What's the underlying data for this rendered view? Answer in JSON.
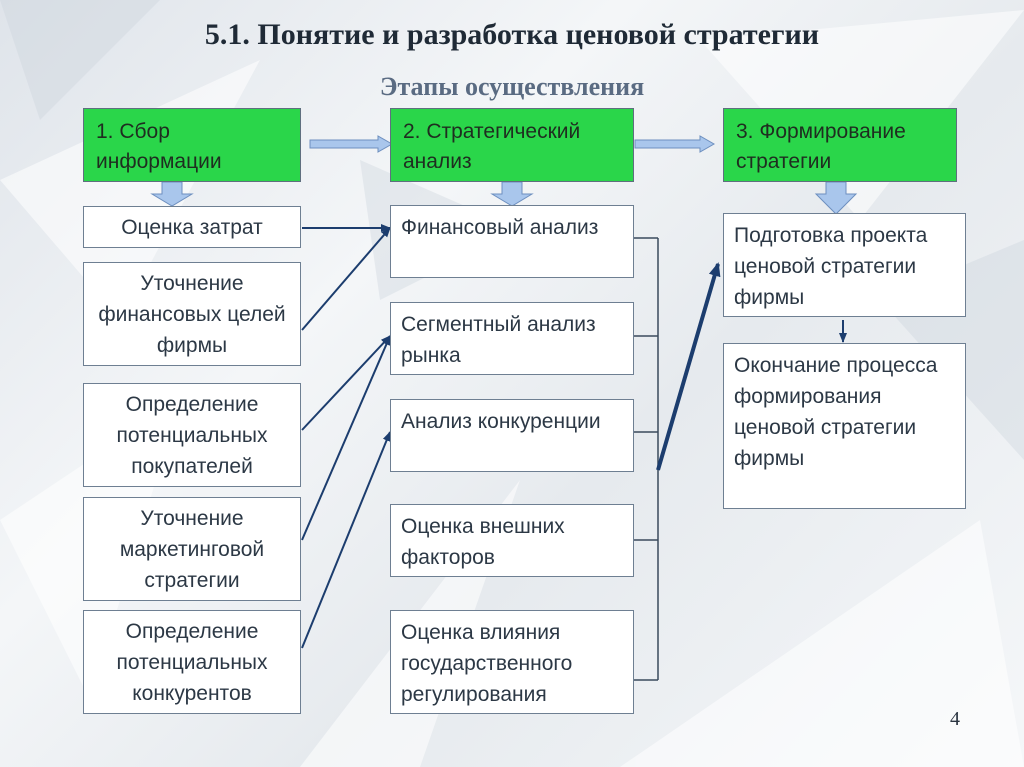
{
  "title": "5.1. Понятие и разработка ценовой стратегии",
  "subtitle": "Этапы осуществления",
  "stages": [
    {
      "label": "1. Сбор информации"
    },
    {
      "label": "2. Стратегический анализ"
    },
    {
      "label": "3. Формирование стратегии"
    }
  ],
  "column1": [
    "Оценка затрат",
    "Уточнение финансовых целей фирмы",
    "Определение потенциальных покупателей",
    "Уточнение маркетинговой стратегии",
    "Определение потенциальных конкурентов"
  ],
  "column2": [
    "Финансовый анализ",
    "Сегментный анализ рынка",
    "Анализ конкуренции",
    "Оценка внешних факторов",
    "Оценка влияния государственного регулирования"
  ],
  "column3": [
    "Подготовка проекта ценовой стратегии фирмы",
    "Окончание процесса формирования ценовой стратегии фирмы"
  ],
  "page_number": "4",
  "colors": {
    "stage_fill": "#2ad64a",
    "arrow": "#1c3d6e",
    "block_arrow": "#a9c6ec"
  }
}
